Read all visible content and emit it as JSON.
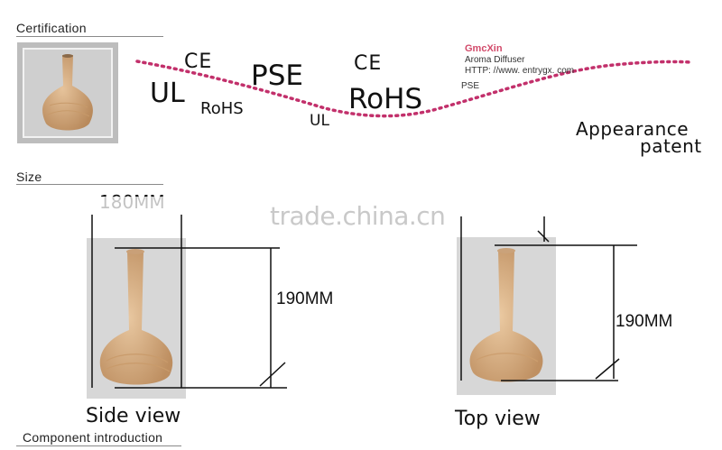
{
  "sections": {
    "certification": "Certification",
    "size": "Size",
    "component": "Component introduction"
  },
  "certs": {
    "ce1": "CE",
    "ul1": "UL",
    "rohs_small": "RoHS",
    "pse": "PSE",
    "ul2": "UL",
    "ce2": "CE",
    "rohs_big": "RoHS"
  },
  "brand": {
    "logo": "GmcXin",
    "product": "Aroma Diffuser",
    "url": "HTTP: //www. entrygx. com",
    "pse": "PSE"
  },
  "patent": {
    "line1": "Appearance",
    "line2": "patent"
  },
  "size": {
    "width_label": "180MM",
    "height_side": "190MM",
    "height_top": "190MM",
    "side_view": "Side view",
    "top_view": "Top view"
  },
  "watermark": "trade.china.cn",
  "colors": {
    "dotted_curve": "#c2306b",
    "vase": "#d9b087",
    "photo_bg": "#d7d7d7"
  }
}
